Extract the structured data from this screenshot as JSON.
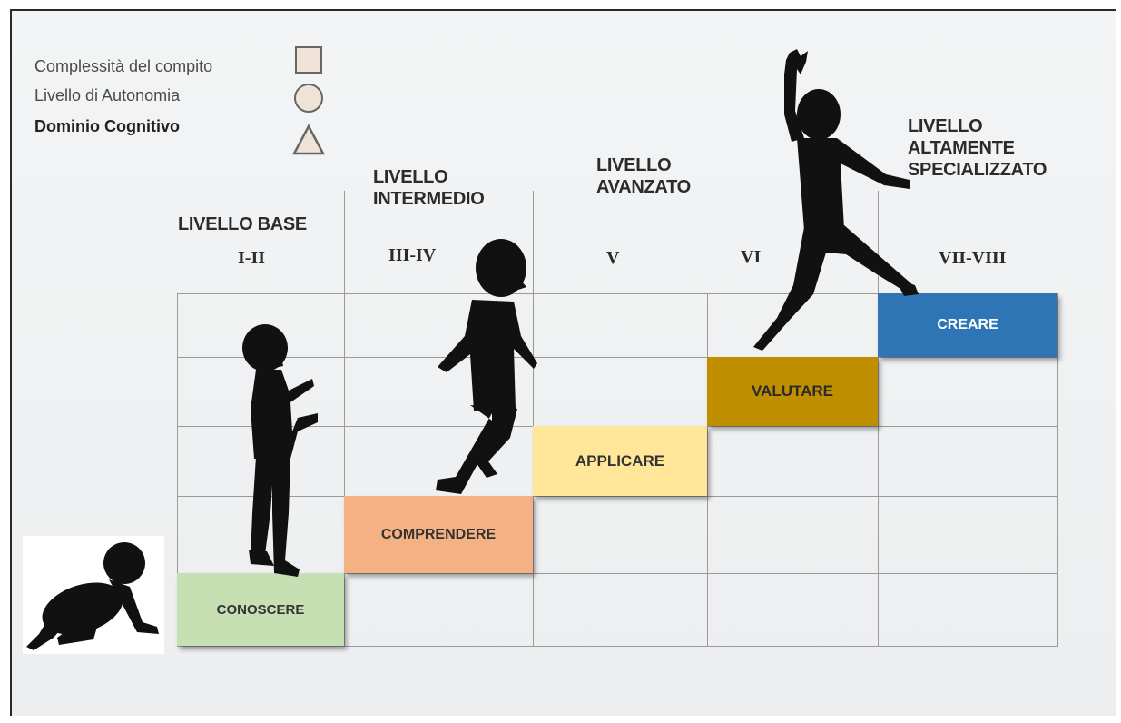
{
  "legend": {
    "task_complexity": "Complessità del compito",
    "autonomy_level": "Livello di Autonomia",
    "cognitive_domain": "Dominio Cognitivo",
    "icons": [
      "square-icon",
      "circle-icon",
      "triangle-icon"
    ]
  },
  "columns": [
    {
      "head_line1": "LIVELLO BASE",
      "head_line2": "",
      "head_line3": "",
      "roman": "I-II"
    },
    {
      "head_line1": "LIVELLO",
      "head_line2": "INTERMEDIO",
      "head_line3": "",
      "roman": "III-IV"
    },
    {
      "head_line1": "LIVELLO",
      "head_line2": "AVANZATO",
      "head_line3": "",
      "roman": "V"
    },
    {
      "head_line1": "",
      "head_line2": "",
      "head_line3": "",
      "roman": "VI"
    },
    {
      "head_line1": "LIVELLO",
      "head_line2": "ALTAMENTE",
      "head_line3": "SPECIALIZZATO",
      "roman": "VII-VIII"
    }
  ],
  "steps": [
    {
      "label": "CONOSCERE",
      "color": "#c6e0b4",
      "text_color": "#333333"
    },
    {
      "label": "COMPRENDERE",
      "color": "#f4b183",
      "text_color": "#333333"
    },
    {
      "label": "APPLICARE",
      "color": "#ffe699",
      "text_color": "#333333"
    },
    {
      "label": "VALUTARE",
      "color": "#bf8f00",
      "text_color": "#2b2b2b"
    },
    {
      "label": "CREARE",
      "color": "#2e75b6",
      "text_color": "#ffffff"
    }
  ],
  "silhouettes": [
    "baby-crawling-silhouette",
    "child-standing-silhouette",
    "child-walking-silhouette",
    "child-jumping-silhouette"
  ]
}
